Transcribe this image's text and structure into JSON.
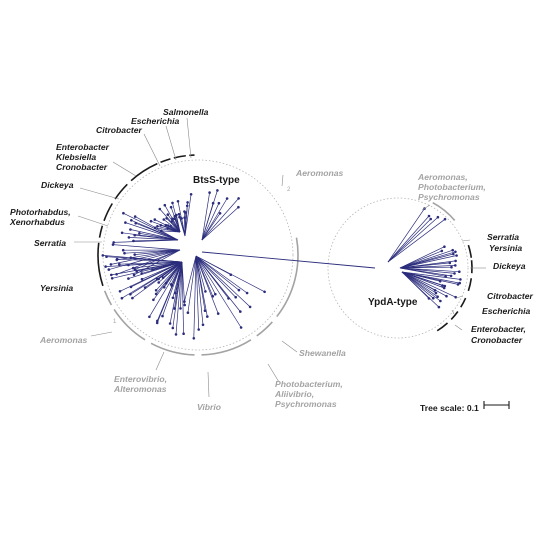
{
  "groups": {
    "btss": {
      "label": "BtsS-type"
    },
    "ypda": {
      "label": "YpdA-type"
    }
  },
  "clades_btss": [
    {
      "name": "Salmonella",
      "color": "dark"
    },
    {
      "name": "Escherichia",
      "color": "dark"
    },
    {
      "name": "Citrobacter",
      "color": "dark"
    },
    {
      "name": "Enterobacter",
      "color": "dark"
    },
    {
      "name": "Klebsiella",
      "color": "dark"
    },
    {
      "name": "Cronobacter",
      "color": "dark"
    },
    {
      "name": "Dickeya",
      "color": "dark"
    },
    {
      "name": "Photorhabdus,",
      "color": "dark"
    },
    {
      "name": "Xenorhabdus",
      "color": "dark"
    },
    {
      "name": "Serratia",
      "color": "dark"
    },
    {
      "name": "Yersinia",
      "color": "dark"
    },
    {
      "name": "Aeromonas",
      "color": "grey"
    },
    {
      "name": "Enterovibrio,",
      "color": "grey"
    },
    {
      "name": "Alteromonas",
      "color": "grey"
    },
    {
      "name": "Vibrio",
      "color": "grey"
    },
    {
      "name": "Photobacterium,",
      "color": "grey"
    },
    {
      "name": "Aliivibrio,",
      "color": "grey"
    },
    {
      "name": "Psychromonas",
      "color": "grey"
    },
    {
      "name": "Shewanella",
      "color": "grey"
    },
    {
      "name": "Aeromonas",
      "color": "grey"
    }
  ],
  "clades_ypda": [
    {
      "name": "Aeromonas,",
      "color": "grey"
    },
    {
      "name": "Photobacterium,",
      "color": "grey"
    },
    {
      "name": "Psychromonas",
      "color": "grey"
    },
    {
      "name": "Serratia",
      "color": "dark"
    },
    {
      "name": "Yersinia",
      "color": "dark"
    },
    {
      "name": "Dickeya",
      "color": "dark"
    },
    {
      "name": "Citrobacter",
      "color": "dark"
    },
    {
      "name": "Escherichia",
      "color": "dark"
    },
    {
      "name": "Enterobacter,",
      "color": "dark"
    },
    {
      "name": "Cronobacter",
      "color": "dark"
    }
  ],
  "clade_numbers": [
    "2",
    "1"
  ],
  "scale": {
    "label": "Tree scale: 0.1"
  },
  "colors": {
    "branch": "#2b2d7c",
    "dark_label": "#1a1a1a",
    "grey_label": "#a3a3a3",
    "circle": "#b5b5b5"
  }
}
